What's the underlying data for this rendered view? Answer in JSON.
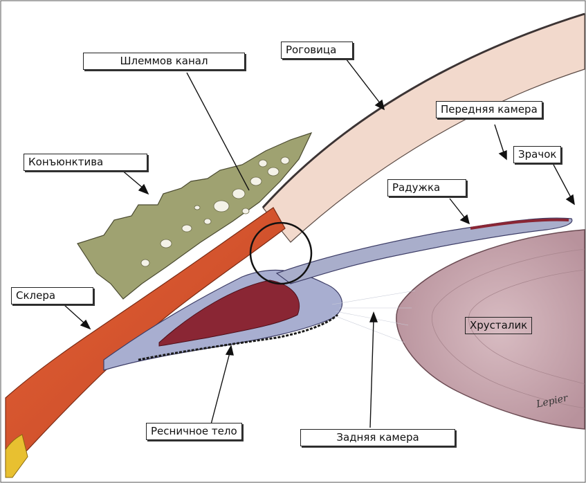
{
  "labels": {
    "schlemm": "Шлеммов канал",
    "cornea": "Роговица",
    "anterior_chamber": "Передняя камера",
    "conjunctiva": "Конъюнктива",
    "pupil": "Зрачок",
    "iris": "Радужка",
    "sclera": "Склера",
    "lens": "Хрусталик",
    "ciliary_body": "Ресничное тело",
    "posterior_chamber": "Задняя камера"
  },
  "signature": "Lepier",
  "colors": {
    "background": "#ffffff",
    "cornea": "#f1d6c8",
    "sclera": "#d9542e",
    "conjunctiva": "#9da070",
    "iris": "#aab0cc",
    "ciliary": "#8a2634",
    "lens": "#c6a8b0",
    "line": "#111111"
  }
}
